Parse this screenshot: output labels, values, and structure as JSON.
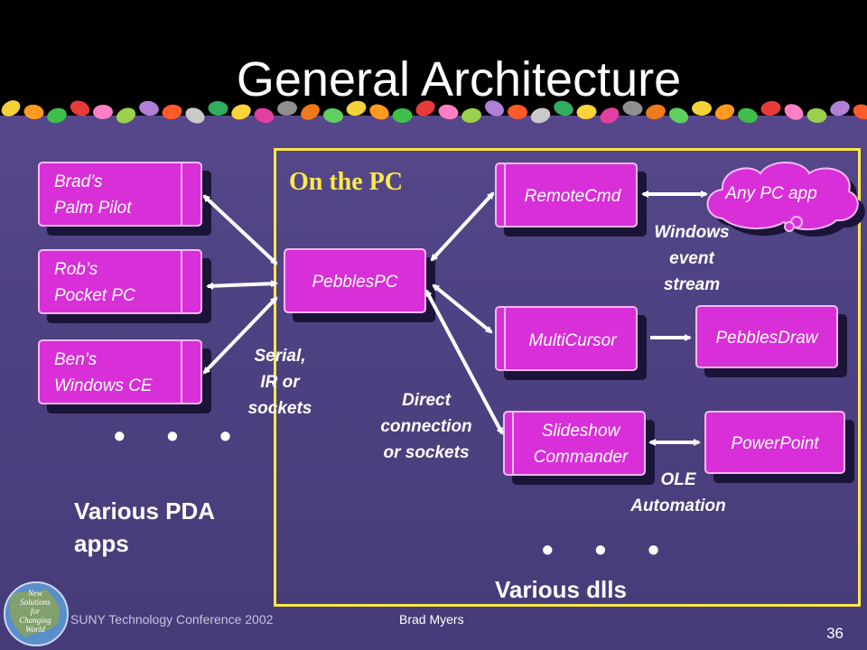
{
  "slide": {
    "title": "General Architecture",
    "pc_section_label": "On the PC",
    "page_number": "36",
    "footer_left": "SUNY Technology Conference 2002",
    "footer_center": "Brad Myers"
  },
  "pda_apps": [
    {
      "line1": "Brad’s",
      "line2": "Palm Pilot"
    },
    {
      "line1": "Rob’s",
      "line2": "Pocket PC"
    },
    {
      "line1": "Ben’s",
      "line2": "Windows CE"
    }
  ],
  "pda_ellipsis": "• • •",
  "pda_caption": {
    "line1": "Various PDA",
    "line2": "apps"
  },
  "connection_labels": {
    "serial": {
      "line1": "Serial,",
      "line2": "IR or",
      "line3": "sockets"
    },
    "direct": {
      "line1": "Direct",
      "line2": "connection",
      "line3": "or sockets"
    },
    "windows_event": {
      "line1": "Windows",
      "line2": "event",
      "line3": "stream"
    },
    "ole": {
      "line1": "OLE",
      "line2": "Automation"
    }
  },
  "pc_components": {
    "hub": "PebblesPC",
    "remotecmd": "RemoteCmd",
    "multicursor": "MultiCursor",
    "slideshow": {
      "line1": "Slideshow",
      "line2": "Commander"
    },
    "any_pc_app": "Any PC app",
    "pebblesdraw": "PebblesDraw",
    "powerpoint": "PowerPoint"
  },
  "dll_ellipsis": "• • •",
  "dll_caption": "Various dlls",
  "globe_text": [
    "New",
    "Solutions",
    "for",
    "Changing",
    "World"
  ],
  "colors": {
    "background": "#4f4283",
    "box_fill": "#d82fd8",
    "frame": "#ffe94a",
    "title": "#ffffff"
  }
}
